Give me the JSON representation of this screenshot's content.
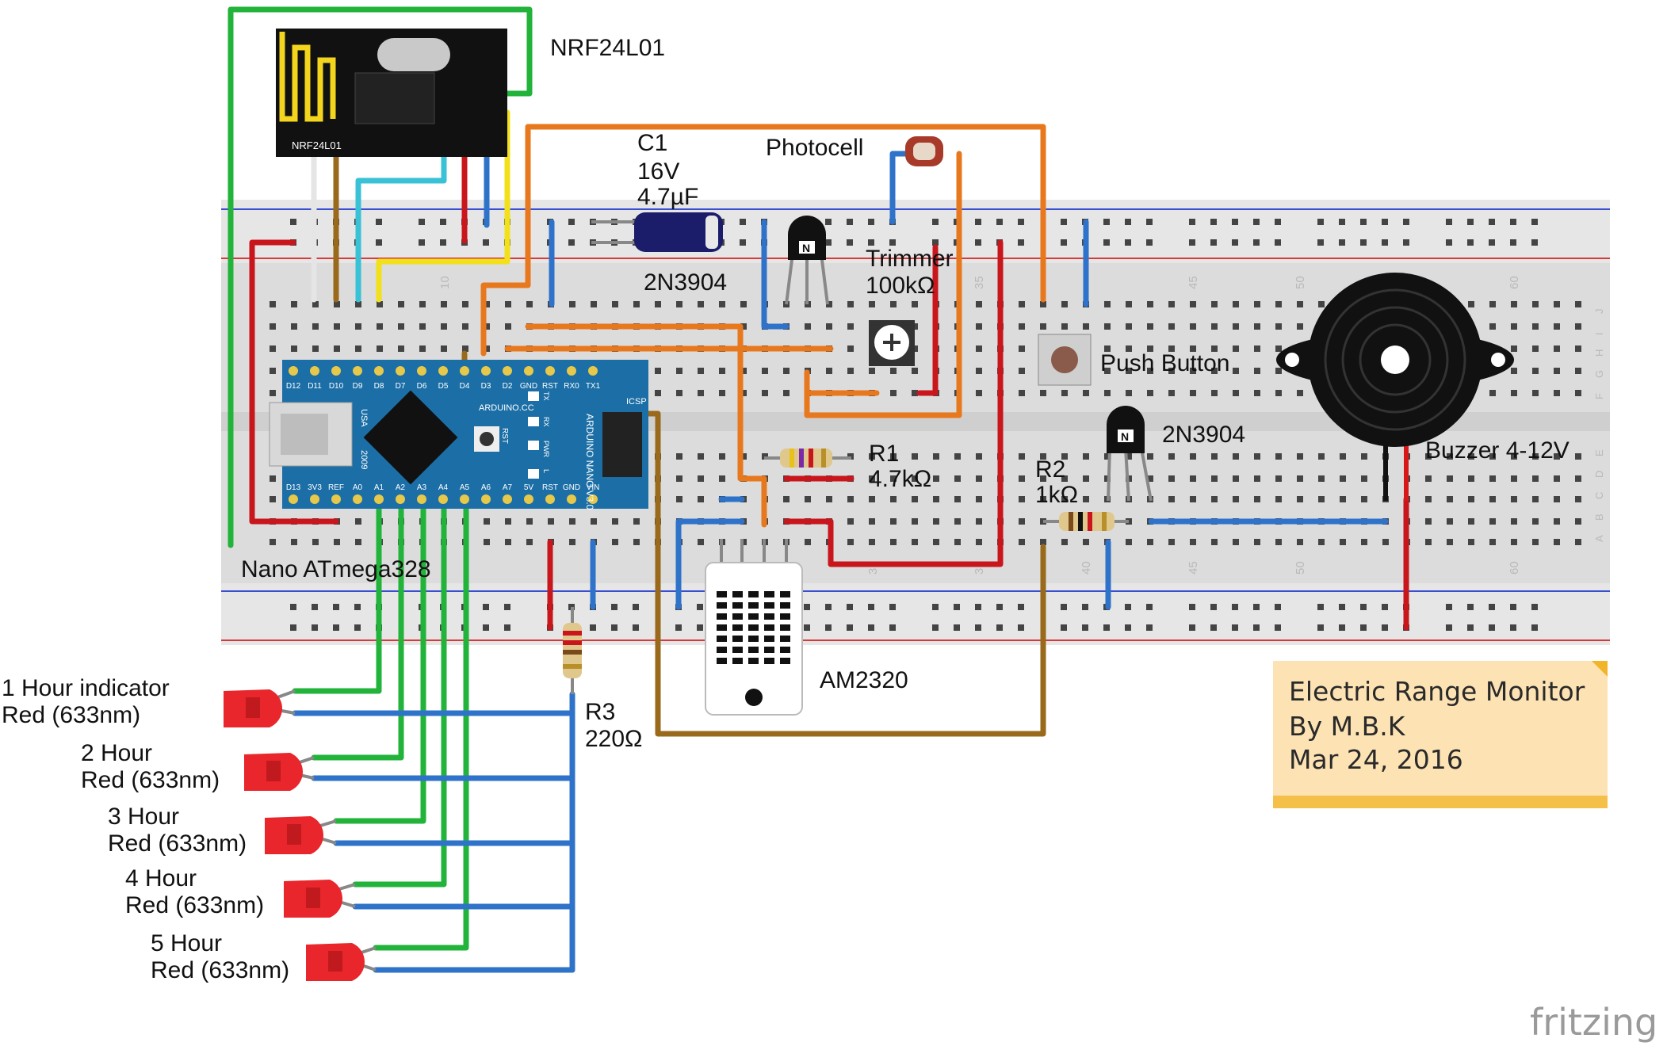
{
  "title_note": {
    "line1": "Electric Range Monitor",
    "line2": "By M.B.K",
    "line3": "Mar 24, 2016"
  },
  "brand": "fritzing",
  "components": {
    "radio": {
      "name": "NRF24L01",
      "board_text": "NRF24L01"
    },
    "capacitor": {
      "ref": "C1",
      "voltage": "16V",
      "value": "4.7µF"
    },
    "photocell": {
      "name": "Photocell"
    },
    "transistor1": {
      "name": "2N3904"
    },
    "trimmer": {
      "name": "Trimmer",
      "value": "100kΩ"
    },
    "push_button": {
      "name": "Push Button"
    },
    "transistor2": {
      "name": "2N3904"
    },
    "buzzer": {
      "name": "Buzzer 4-12V"
    },
    "r1": {
      "ref": "R1",
      "value": "4.7kΩ"
    },
    "r2": {
      "ref": "R2",
      "value": "1kΩ"
    },
    "r3": {
      "ref": "R3",
      "value": "220Ω"
    },
    "sensor": {
      "name": "AM2320"
    },
    "nano": {
      "name": "Nano ATmega328"
    }
  },
  "nano_board": {
    "top_pins": [
      "D12",
      "D11",
      "D10",
      "D9",
      "D8",
      "D7",
      "D6",
      "D5",
      "D4",
      "D3",
      "D2",
      "GND",
      "RST",
      "RX0",
      "TX1"
    ],
    "bottom_pins": [
      "D13",
      "3V3",
      "REF",
      "A0",
      "A1",
      "A2",
      "A3",
      "A4",
      "A5",
      "A6",
      "A7",
      "5V",
      "RST",
      "GND",
      "VIN"
    ],
    "text_usa": "USA",
    "text_year": "2009",
    "text_site": "ARDUINO.CC",
    "text_model": "ARDUINO NANO V3.0",
    "text_icsp": "ICSP",
    "led_labels": [
      "TX",
      "RX",
      "PWR",
      "L"
    ],
    "text_rst": "RST"
  },
  "leds": [
    {
      "line1": "1 Hour indicator",
      "line2": "Red (633nm)"
    },
    {
      "line1": "2 Hour",
      "line2": "Red (633nm)"
    },
    {
      "line1": "3 Hour",
      "line2": "Red (633nm)"
    },
    {
      "line1": "4 Hour",
      "line2": "Red (633nm)"
    },
    {
      "line1": "5 Hour",
      "line2": "Red (633nm)"
    }
  ],
  "breadboard": {
    "col_numbers_top": [
      "10",
      "35",
      "45",
      "50",
      "60"
    ],
    "col_numbers_bottom": [
      "3",
      "3",
      "40",
      "45",
      "50",
      "60"
    ],
    "row_letters_top": [
      "J",
      "I",
      "H",
      "G",
      "F"
    ],
    "row_letters_bottom": [
      "E",
      "D",
      "C",
      "B",
      "A"
    ]
  },
  "colors": {
    "wire_green": "#22b33a",
    "wire_orange": "#e8781e",
    "wire_red": "#c8161c",
    "wire_blue": "#2e73c9",
    "wire_yellow": "#f2e01a",
    "wire_brown": "#9a6a1c",
    "wire_cyan": "#39c1d6",
    "wire_white": "#eaeaea",
    "nano_blue": "#1c6fa6",
    "note_fill": "#fde3b4",
    "led_red": "#e8262b"
  }
}
